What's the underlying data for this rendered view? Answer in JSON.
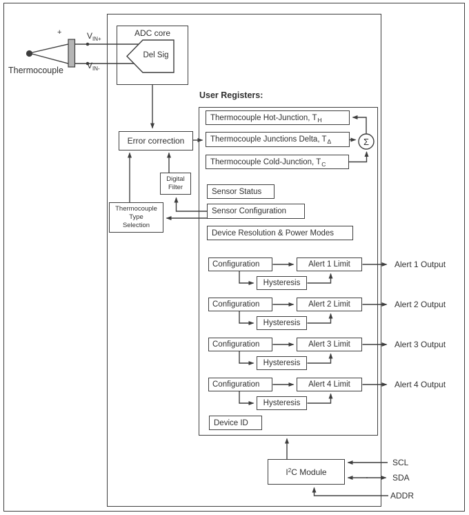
{
  "diagram": {
    "thermocouple_label": "Thermocouple",
    "plus_sign": "+",
    "vin_plus": {
      "main": "V",
      "sub": "IN+"
    },
    "vin_minus": {
      "main": "V",
      "sub": "IN-"
    },
    "adc": {
      "title": "ADC core",
      "modulator": "Del Sig"
    },
    "error_correction": "Error correction",
    "digital_filter": {
      "line1": "Digital",
      "line2": "Filter"
    },
    "type_selection": {
      "line1": "Thermocouple",
      "line2": "Type",
      "line3": "Selection"
    },
    "sigma": "Σ",
    "user_registers": {
      "heading": "User Registers:",
      "hot_junction": {
        "text": "Thermocouple Hot-Junction, T",
        "sub": "H"
      },
      "junctions_delta": {
        "text": "Thermocouple Junctions Delta, T",
        "sub": "Δ"
      },
      "cold_junction": {
        "text": "Thermocouple Cold-Junction, T",
        "sub": "C"
      },
      "sensor_status": "Sensor Status",
      "sensor_configuration": "Sensor Configuration",
      "device_resolution": "Device Resolution & Power Modes",
      "device_id": "Device ID",
      "alerts": [
        {
          "config": "Configuration",
          "hysteresis": "Hysteresis",
          "limit": "Alert 1 Limit",
          "output": "Alert 1 Output"
        },
        {
          "config": "Configuration",
          "hysteresis": "Hysteresis",
          "limit": "Alert 2 Limit",
          "output": "Alert 2 Output"
        },
        {
          "config": "Configuration",
          "hysteresis": "Hysteresis",
          "limit": "Alert 3 Limit",
          "output": "Alert 3 Output"
        },
        {
          "config": "Configuration",
          "hysteresis": "Hysteresis",
          "limit": "Alert 4 Limit",
          "output": "Alert 4 Output"
        }
      ]
    },
    "i2c": {
      "pre": "I",
      "sup": "2",
      "post": "C Module"
    },
    "pins": {
      "scl": "SCL",
      "sda": "SDA",
      "addr": "ADDR"
    }
  },
  "colors": {
    "line": "#3d3d3d",
    "text": "#2f2f2f",
    "bar_fill": "#b5b5b5",
    "background": "#ffffff"
  }
}
